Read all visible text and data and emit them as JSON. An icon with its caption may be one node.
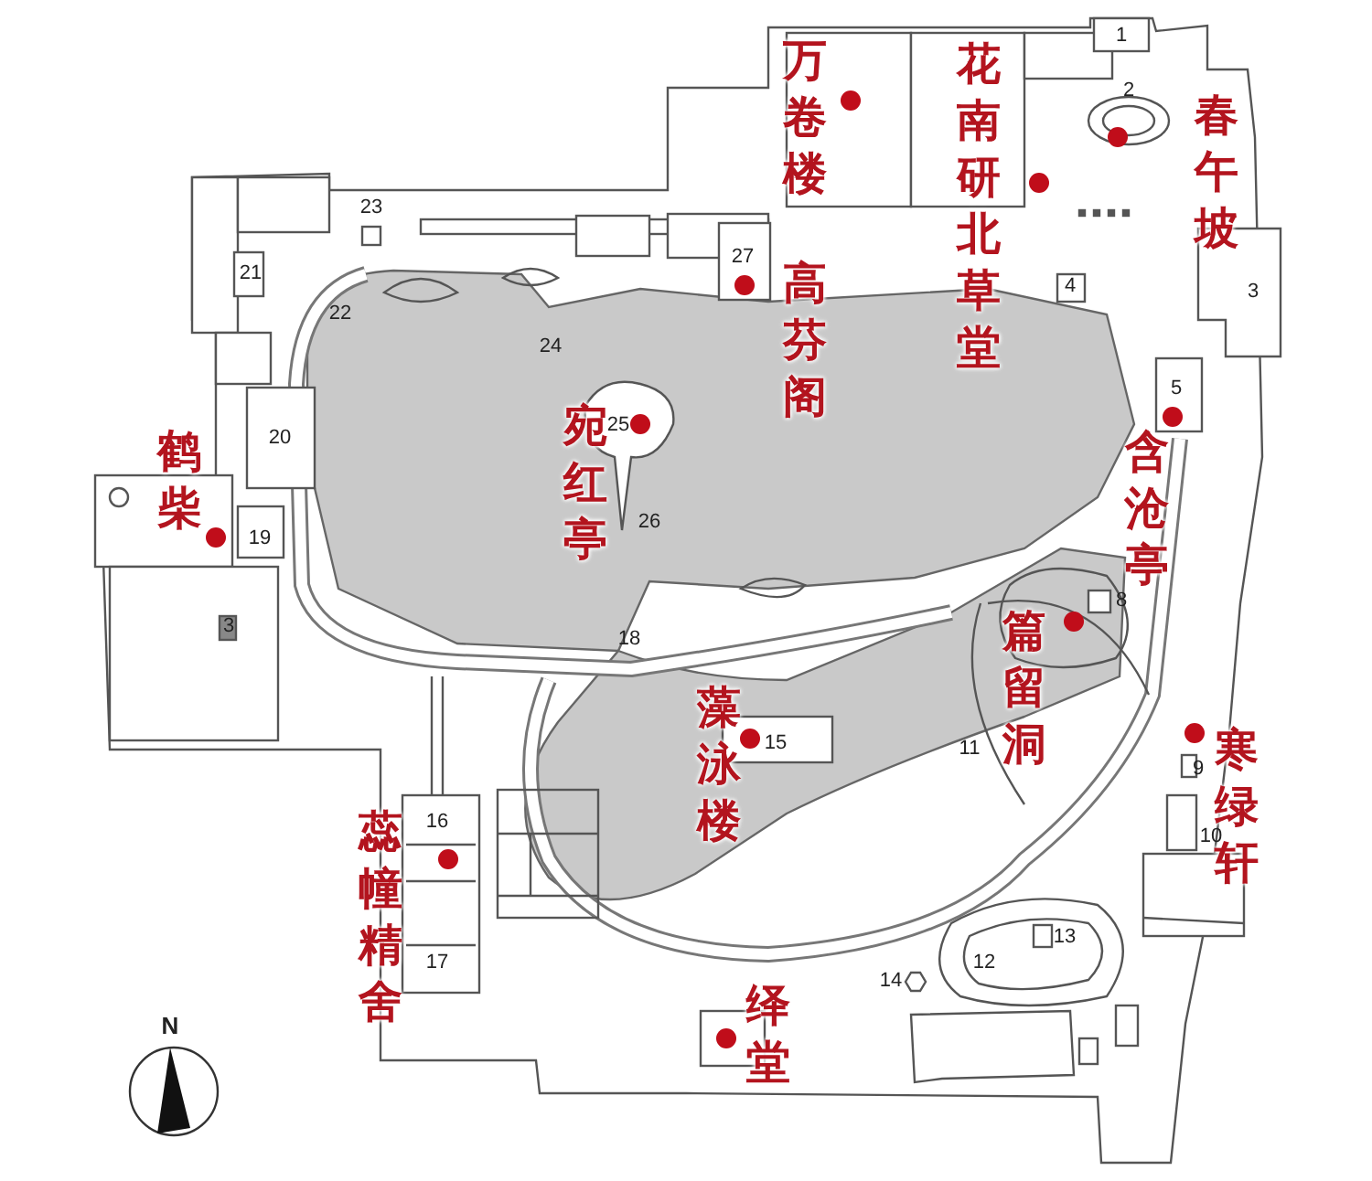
{
  "diagram": {
    "labels": [
      "1",
      "万卷楼",
      "花南研北草堂",
      "2",
      "春午坡",
      "23",
      "27",
      "高芬阁",
      "21",
      "22",
      "4",
      "3",
      "24",
      "5",
      "宛红亭",
      "25",
      "20",
      "鹤柴",
      "含沧亭",
      "19",
      "26",
      "8",
      "篇留洞",
      "3",
      "18",
      "藻泳楼",
      "15",
      "寒绿轩",
      "11",
      "9",
      "10",
      "16",
      "蕊幢精舍",
      "17",
      "13",
      "12",
      "14",
      "N",
      "绎堂"
    ]
  }
}
